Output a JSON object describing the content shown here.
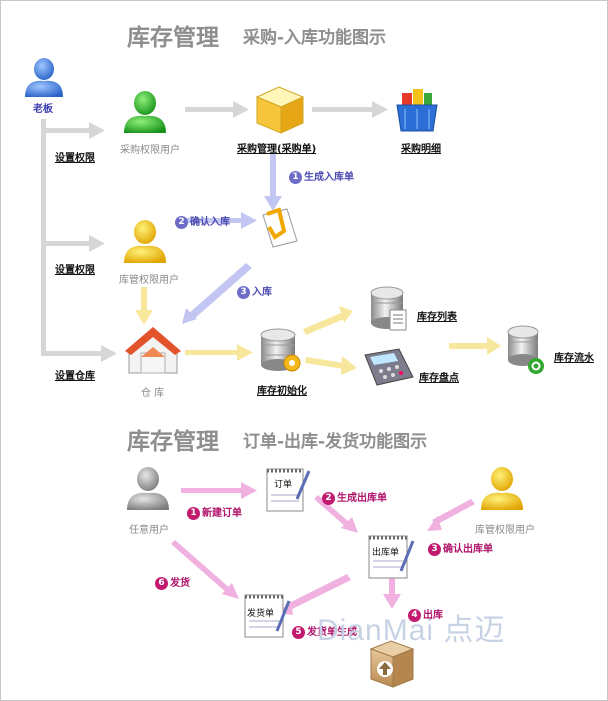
{
  "section1": {
    "title_main": "库存管理",
    "title_sub": "采购-入库功能图示",
    "boss": "老板",
    "set_perm_1": "设置权限",
    "set_perm_2": "设置权限",
    "set_warehouse": "设置仓库",
    "purchase_user": "采购权限用户",
    "purchase_mgmt": "采购管理(采购单)",
    "purchase_detail": "采购明细",
    "step1": "生成入库单",
    "step2": "确认入库",
    "step3": "入库",
    "stock_user": "库管权限用户",
    "warehouse": "仓 库",
    "stock_init": "库存初始化",
    "stock_list": "库存列表",
    "stock_check": "库存盘点",
    "stock_flow": "库存流水"
  },
  "section2": {
    "title_main": "库存管理",
    "title_sub": "订单-出库-发货功能图示",
    "any_user": "任意用户",
    "stock_user": "库管权限用户",
    "order_doc": "订单",
    "outbound_doc": "出库单",
    "delivery_doc": "发货单",
    "step1": "新建订单",
    "step2": "生成出库单",
    "step3": "确认出库单",
    "step4": "出库",
    "step5": "发货单生成",
    "step6": "发货"
  },
  "numbers": {
    "n1": "1",
    "n2": "2",
    "n3": "3",
    "n4": "4",
    "n5": "5",
    "n6": "6"
  },
  "watermark": "DianMai 点迈",
  "colors": {
    "blue_arrow": "#c3c6f2",
    "pink_arrow": "#f0b0e0",
    "yellow_arrow": "#f7e79c",
    "gray_arrow": "#d6d6d6",
    "title_gray": "#8e8e8e"
  },
  "icons": [
    "person-blue-icon",
    "person-green-icon",
    "person-yellow-icon",
    "person-gray-icon",
    "box-icon",
    "basket-icon",
    "doc-check-icon",
    "house-icon",
    "database-icon",
    "database-gear-icon",
    "database-list-icon",
    "calculator-icon",
    "database-refresh-icon",
    "notepad-icon",
    "package-icon"
  ]
}
